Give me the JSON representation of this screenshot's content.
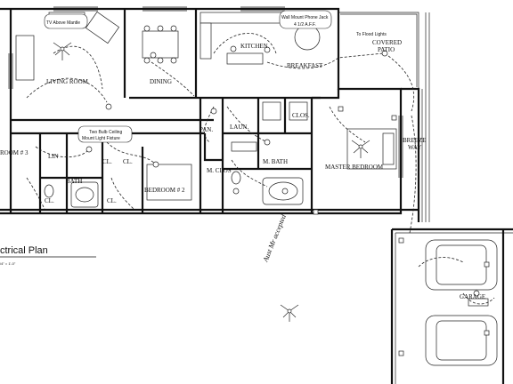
{
  "rooms": {
    "living": "LIVING ROOM",
    "dining": "DINING",
    "kitchen": "KITCHEN",
    "breakfast": "BREAKFAST",
    "covered_patio_line1": "COVERED",
    "covered_patio_line2": "PATIO",
    "breezeway_line1": "BREEZE",
    "breezeway_line2": "WAY",
    "master_bedroom": "MASTER BEDROOM",
    "master_bath": "M. BATH",
    "master_closet": "M. CLOS",
    "laundry": "LAUN.",
    "pantry": "PAN.",
    "closet_master": "CLOS.",
    "bedroom2": "BEDROOM # 2",
    "bedroom3": "ROOM # 3",
    "bath": "BATH",
    "linen": "LIN",
    "closet_a": "CL.",
    "closet_b": "CL.",
    "closet_c": "CL.",
    "closet_d": "CL.",
    "garage": "GARAGE"
  },
  "notes": {
    "tv_note_line1": "TV Above Mantle",
    "tv_note_line2": "",
    "phone_note_line1": "Wall Mount Phone Jack",
    "phone_note_line2": "4 1/2 A.F.F.",
    "flood_lights": "To Flood Lights",
    "ceiling_light_line1": "Two Bulb Ceiling",
    "ceiling_light_line2": "Mount Light Fixture"
  },
  "title_block": {
    "title": "ctrical Plan",
    "scale": "/4\" = 1'-0\""
  },
  "signature": "Aust Mr accepted"
}
